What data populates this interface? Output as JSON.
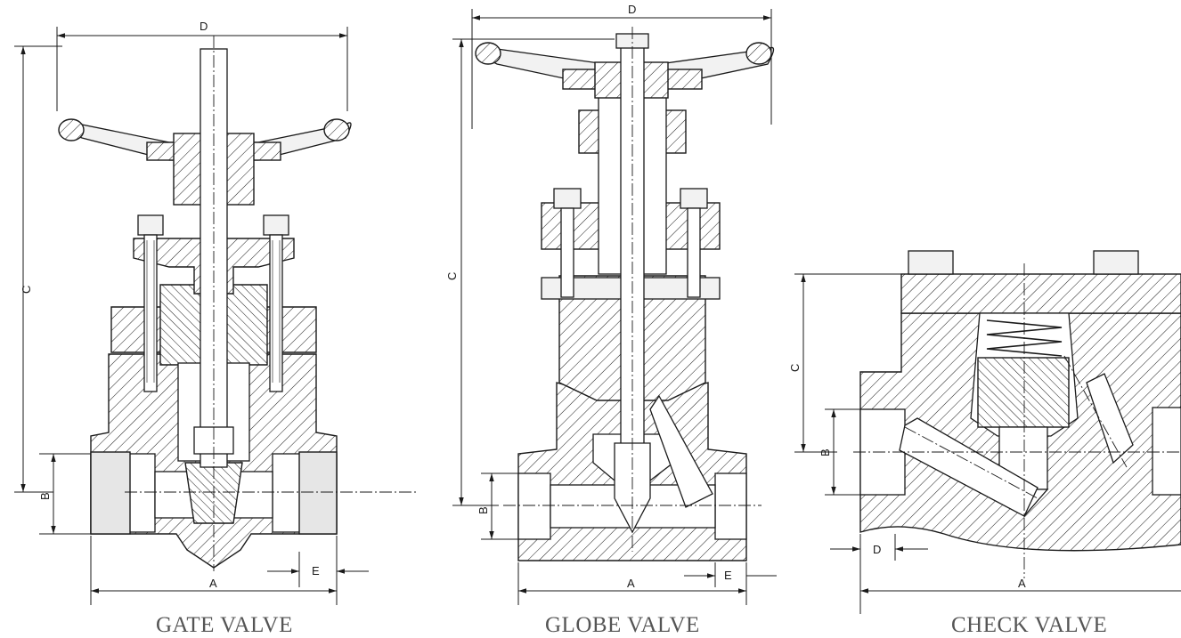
{
  "gate_valve": {
    "caption": "GATE VALVE",
    "dim_a": "A",
    "dim_b": "B",
    "dim_c": "C",
    "dim_d": "D",
    "dim_e": "E"
  },
  "globe_valve": {
    "caption": "GLOBE VALVE",
    "dim_a": "A",
    "dim_b": "B",
    "dim_c": "C",
    "dim_d": "D",
    "dim_e": "E"
  },
  "check_valve": {
    "caption": "CHECK VALVE",
    "dim_a": "A",
    "dim_b": "B",
    "dim_c": "C",
    "dim_d": "D"
  },
  "colors": {
    "line": "#1a1a1a",
    "caption": "#555555",
    "fill": "#e6e6e6"
  }
}
